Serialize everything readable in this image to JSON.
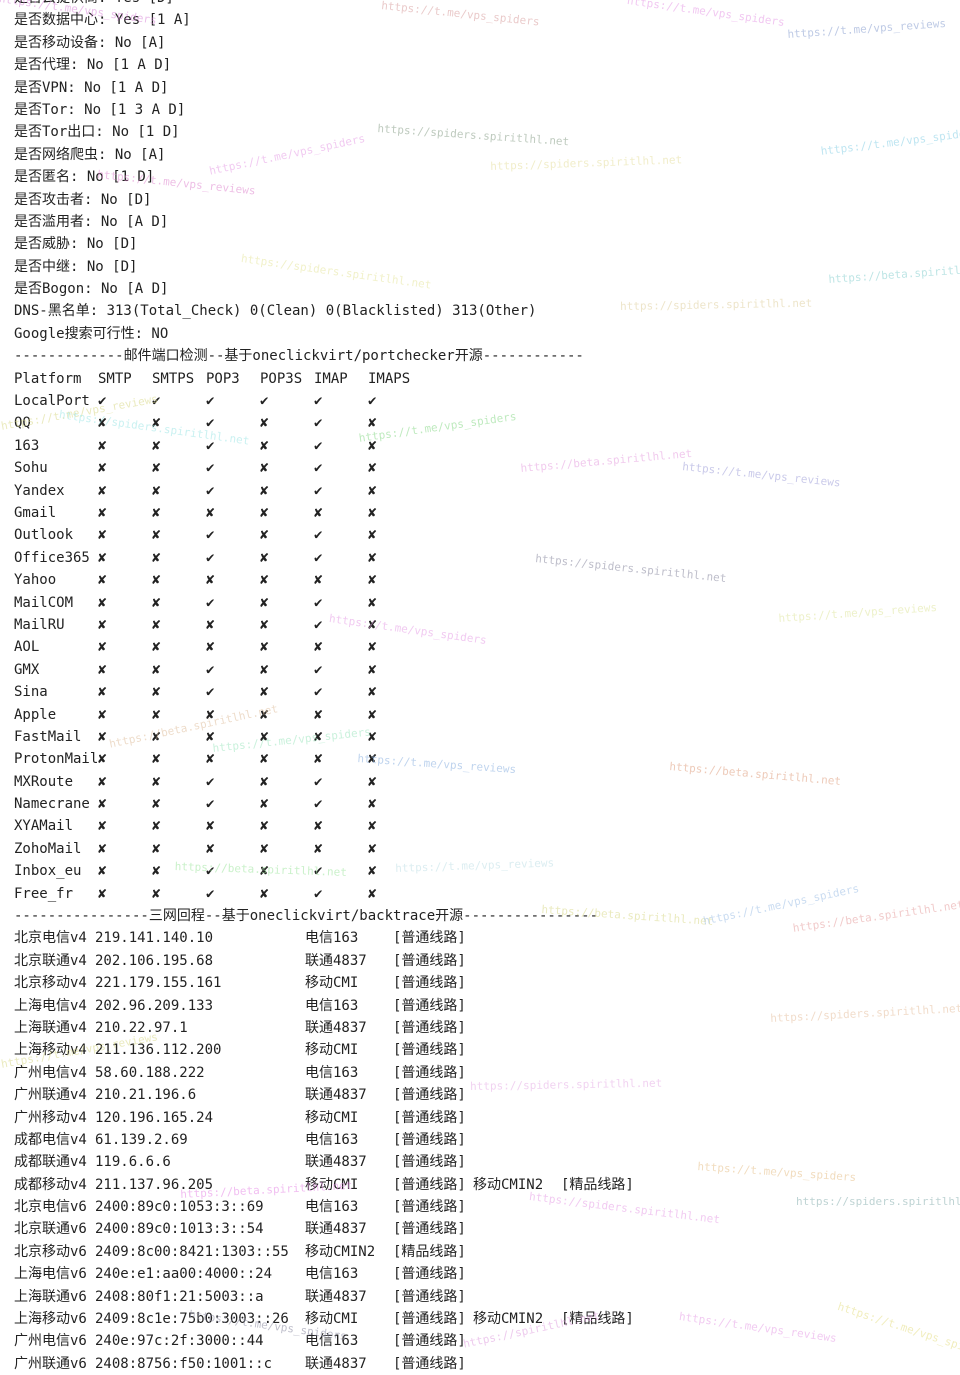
{
  "info_lines": [
    "是否云提供商: Yes [D]",
    "是否数据中心: Yes [1 A]",
    "是否移动设备: No [A]",
    "是否代理: No [1 A D]",
    "是否VPN: No [1 A D]",
    "是否Tor: No [1 3 A D]",
    "是否Tor出口: No [1 D]",
    "是否网络爬虫: No [A]",
    "是否匿名: No [1 D]",
    "是否攻击者: No [D]",
    "是否滥用者: No [A D]",
    "是否威胁: No [D]",
    "是否中继: No [D]",
    "是否Bogon: No [A D]",
    "DNS-黑名单: 313(Total_Check) 0(Clean) 0(Blacklisted) 313(Other)",
    "Google搜索可行性: NO"
  ],
  "mail_section_header": "-------------邮件端口检测--基于oneclickvirt/portchecker开源------------",
  "mail_table": {
    "headers": [
      "Platform",
      "SMTP",
      "SMTPS",
      "POP3",
      "POP3S",
      "IMAP",
      "IMAPS"
    ],
    "rows": [
      [
        "LocalPort",
        "✔",
        "✔",
        "✔",
        "✔",
        "✔",
        "✔"
      ],
      [
        "QQ",
        "✘",
        "✘",
        "✔",
        "✘",
        "✔",
        "✘"
      ],
      [
        "163",
        "✘",
        "✘",
        "✔",
        "✘",
        "✔",
        "✘"
      ],
      [
        "Sohu",
        "✘",
        "✘",
        "✔",
        "✘",
        "✔",
        "✘"
      ],
      [
        "Yandex",
        "✘",
        "✘",
        "✔",
        "✘",
        "✔",
        "✘"
      ],
      [
        "Gmail",
        "✘",
        "✘",
        "✘",
        "✘",
        "✘",
        "✘"
      ],
      [
        "Outlook",
        "✘",
        "✘",
        "✔",
        "✘",
        "✔",
        "✘"
      ],
      [
        "Office365",
        "✘",
        "✘",
        "✔",
        "✘",
        "✔",
        "✘"
      ],
      [
        "Yahoo",
        "✘",
        "✘",
        "✘",
        "✘",
        "✘",
        "✘"
      ],
      [
        "MailCOM",
        "✘",
        "✘",
        "✔",
        "✘",
        "✔",
        "✘"
      ],
      [
        "MailRU",
        "✘",
        "✘",
        "✘",
        "✘",
        "✔",
        "✘"
      ],
      [
        "AOL",
        "✘",
        "✘",
        "✘",
        "✘",
        "✘",
        "✘"
      ],
      [
        "GMX",
        "✘",
        "✘",
        "✔",
        "✘",
        "✔",
        "✘"
      ],
      [
        "Sina",
        "✘",
        "✘",
        "✔",
        "✘",
        "✔",
        "✘"
      ],
      [
        "Apple",
        "✘",
        "✘",
        "✘",
        "✘",
        "✘",
        "✘"
      ],
      [
        "FastMail",
        "✘",
        "✘",
        "✘",
        "✘",
        "✘",
        "✘"
      ],
      [
        "ProtonMail",
        "✘",
        "✘",
        "✘",
        "✘",
        "✘",
        "✘"
      ],
      [
        "MXRoute",
        "✘",
        "✘",
        "✔",
        "✘",
        "✔",
        "✘"
      ],
      [
        "Namecrane",
        "✘",
        "✘",
        "✔",
        "✘",
        "✔",
        "✘"
      ],
      [
        "XYAMail",
        "✘",
        "✘",
        "✘",
        "✘",
        "✘",
        "✘"
      ],
      [
        "ZohoMail",
        "✘",
        "✘",
        "✘",
        "✘",
        "✘",
        "✘"
      ],
      [
        "Inbox_eu",
        "✘",
        "✘",
        "✔",
        "✘",
        "✔",
        "✘"
      ],
      [
        "Free_fr",
        "✘",
        "✘",
        "✔",
        "✘",
        "✔",
        "✘"
      ]
    ]
  },
  "backtrace_section_header": "----------------三网回程--基于oneclickvirt/backtrace开源----------------",
  "backtrace": [
    {
      "place": "北京电信v4",
      "ip": "219.141.140.10",
      "isp": "电信163",
      "route": "[普通线路]"
    },
    {
      "place": "北京联通v4",
      "ip": "202.106.195.68",
      "isp": "联通4837",
      "route": "[普通线路]"
    },
    {
      "place": "北京移动v4",
      "ip": "221.179.155.161",
      "isp": "移动CMI",
      "route": "[普通线路]"
    },
    {
      "place": "上海电信v4",
      "ip": "202.96.209.133",
      "isp": "电信163",
      "route": "[普通线路]"
    },
    {
      "place": "上海联通v4",
      "ip": "210.22.97.1",
      "isp": "联通4837",
      "route": "[普通线路]"
    },
    {
      "place": "上海移动v4",
      "ip": "211.136.112.200",
      "isp": "移动CMI",
      "route": "[普通线路]"
    },
    {
      "place": "广州电信v4",
      "ip": "58.60.188.222",
      "isp": "电信163",
      "route": "[普通线路]"
    },
    {
      "place": "广州联通v4",
      "ip": "210.21.196.6",
      "isp": "联通4837",
      "route": "[普通线路]"
    },
    {
      "place": "广州移动v4",
      "ip": "120.196.165.24",
      "isp": "移动CMI",
      "route": "[普通线路]"
    },
    {
      "place": "成都电信v4",
      "ip": "61.139.2.69",
      "isp": "电信163",
      "route": "[普通线路]"
    },
    {
      "place": "成都联通v4",
      "ip": "119.6.6.6",
      "isp": "联通4837",
      "route": "[普通线路]"
    },
    {
      "place": "成都移动v4",
      "ip": "211.137.96.205",
      "isp": "移动CMI",
      "route": "[普通线路]",
      "isp2": "移动CMIN2",
      "route2": "[精品线路]"
    },
    {
      "place": "北京电信v6",
      "ip": "2400:89c0:1053:3::69",
      "isp": "电信163",
      "route": "[普通线路]"
    },
    {
      "place": "北京联通v6",
      "ip": "2400:89c0:1013:3::54",
      "isp": "联通4837",
      "route": "[普通线路]"
    },
    {
      "place": "北京移动v6",
      "ip": "2409:8c00:8421:1303::55",
      "isp": "移动CMIN2",
      "route": "[精品线路]"
    },
    {
      "place": "上海电信v6",
      "ip": "240e:e1:aa00:4000::24",
      "isp": "电信163",
      "route": "[普通线路]"
    },
    {
      "place": "上海联通v6",
      "ip": "2408:80f1:21:5003::a",
      "isp": "联通4837",
      "route": "[普通线路]"
    },
    {
      "place": "上海移动v6",
      "ip": "2409:8c1e:75b0:3003::26",
      "isp": "移动CMI",
      "route": "[普通线路]",
      "isp2": "移动CMIN2",
      "route2": "[精品线路]"
    },
    {
      "place": "广州电信v6",
      "ip": "240e:97c:2f:3000::44",
      "isp": "电信163",
      "route": "[普通线路]"
    },
    {
      "place": "广州联通v6",
      "ip": "2408:8756:f50:1001::c",
      "isp": "联通4837",
      "route": "[普通线路]"
    }
  ],
  "watermarks": [
    {
      "text": "https://t.me/vps_spiders",
      "color": "#d98ad9"
    },
    {
      "text": "https://t.me/vps_spiders",
      "color": "#d9a0a0"
    },
    {
      "text": "https://t.me/vps_spiders",
      "color": "#e69ae6"
    },
    {
      "text": "https://t.me/vps_reviews",
      "color": "#8aa0d0"
    },
    {
      "text": "https://spiders.spiritlhl.net",
      "color": "#8aa08a"
    },
    {
      "text": "https://t.me/vps_spiders",
      "color": "#8ad0e6"
    },
    {
      "text": "https://t.me/vps_reviews",
      "color": "#e08ad0"
    },
    {
      "text": "https://t.me/vps_spiders",
      "color": "#e6a0e6"
    },
    {
      "text": "https://spiders.spiritlhl.net",
      "color": "#e6e0a0"
    },
    {
      "text": "https://t.me/vps_reviews",
      "color": "#d9d98a"
    },
    {
      "text": "https://spiders.spiritlhl.net",
      "color": "#e0d0a0"
    },
    {
      "text": "https://beta.spiritlhl.net",
      "color": "#8ad0d0"
    },
    {
      "text": "https://spiders.spiritlhl.net",
      "color": "#e6e6a0"
    },
    {
      "text": "https://t.me/vps_spiders",
      "color": "#8ad98a"
    },
    {
      "text": "https://beta.spiritlhl.net",
      "color": "#e6a0e0"
    },
    {
      "text": "https://t.me/vps_reviews",
      "color": "#a0a0d9"
    },
    {
      "text": "https://spiders.spiritlhl.net",
      "color": "#8a8aa0"
    },
    {
      "text": "https://spiders.spiritlhl.net",
      "color": "#a0e6e6"
    },
    {
      "text": "https://t.me/vps_spiders",
      "color": "#e6a0e6"
    },
    {
      "text": "https://t.me/vps_reviews",
      "color": "#e0e6a0"
    },
    {
      "text": "https://beta.spiritlhl.net",
      "color": "#e0c0a0"
    },
    {
      "text": "https://t.me/vps_spiders",
      "color": "#a0e6c0"
    },
    {
      "text": "https://t.me/vps_reviews",
      "color": "#8ab0e0"
    },
    {
      "text": "https://beta.spiritlhl.net",
      "color": "#e0a080"
    },
    {
      "text": "https://beta.spiritlhl.net",
      "color": "#a0e6a0"
    },
    {
      "text": "https://t.me/vps_reviews",
      "color": "#c0e0e6"
    },
    {
      "text": "https://beta.spiritlhl.net",
      "color": "#d9d98a"
    },
    {
      "text": "https://t.me/vps_spiders",
      "color": "#a0c0e6"
    },
    {
      "text": "https://beta.spiritlhl.net",
      "color": "#e6a0a0"
    },
    {
      "text": "https://spiders.spiritlhl.net",
      "color": "#e6c0a0"
    },
    {
      "text": "https://t.me/vps_reviews",
      "color": "#d9d98a"
    },
    {
      "text": "https://spiders.spiritlhl.net",
      "color": "#e6b0e6"
    },
    {
      "text": "https://t.me/vps_spiders",
      "color": "#e6c08a"
    },
    {
      "text": "https://beta.spiritlhl.net",
      "color": "#e68ae6"
    },
    {
      "text": "https://spiders.spiritlhl.net",
      "color": "#e6a0e6"
    },
    {
      "text": "https://spiders.spiritlhl.net",
      "color": "#8ab0b0"
    },
    {
      "text": "https://t.me/vps_spiders",
      "color": "#8a8aa0"
    },
    {
      "text": "https://t.me/vps_reviews",
      "color": "#e6a0e6"
    },
    {
      "text": "https://spiritlhl.net",
      "color": "#e0a0e0"
    },
    {
      "text": "https://t.me/vps_spiders",
      "color": "#e6e08a"
    }
  ]
}
